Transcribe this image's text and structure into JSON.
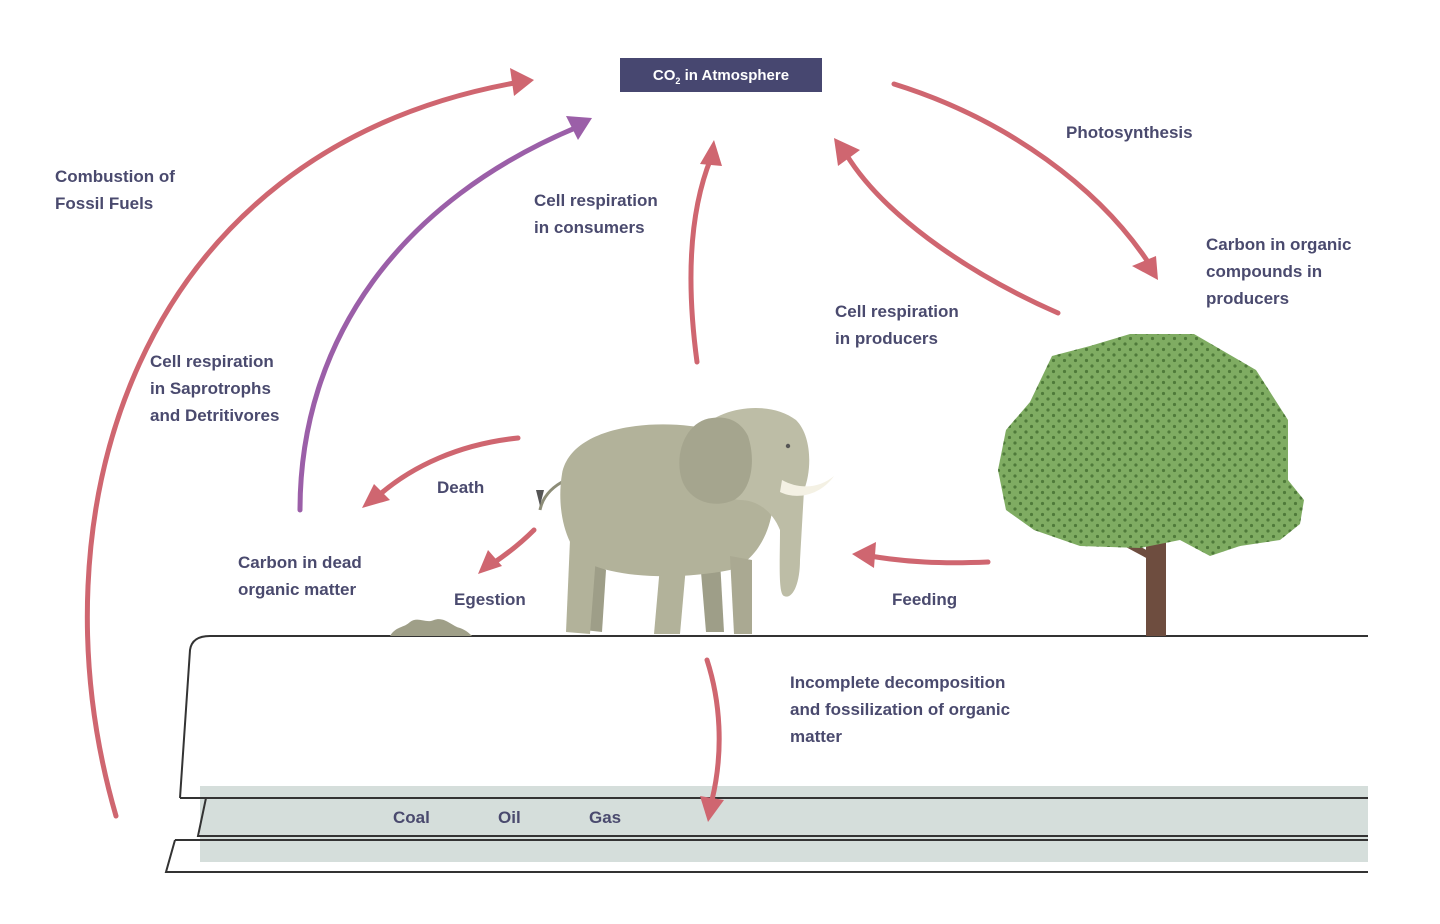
{
  "title_box": {
    "prefix": "CO",
    "subscript": "2",
    "suffix": " in Atmosphere"
  },
  "labels": {
    "combustion": [
      "Combustion of",
      "Fossil Fuels"
    ],
    "photosynthesis": [
      "Photosynthesis"
    ],
    "cell_resp_consumers": [
      "Cell respiration",
      "in consumers"
    ],
    "cell_resp_producers": [
      "Cell respiration",
      "in producers"
    ],
    "carbon_producers": [
      "Carbon in organic",
      "compounds in",
      "producers"
    ],
    "cell_resp_saprotrophs": [
      "Cell respiration",
      "in Saprotrophs",
      "and Detritivores"
    ],
    "death": [
      "Death"
    ],
    "egestion": [
      "Egestion"
    ],
    "feeding": [
      "Feeding"
    ],
    "carbon_dead": [
      "Carbon in dead",
      "organic matter"
    ],
    "fossilization": [
      "Incomplete decomposition",
      "and fossilization of organic",
      "matter"
    ],
    "fuels": [
      "Coal",
      "Oil",
      "Gas"
    ]
  },
  "colors": {
    "arrow_red": "#cf6670",
    "arrow_purple": "#9b5fa8",
    "title_box": "#474770",
    "text": "#4a4a6e",
    "tree_foliage": "#7fac62",
    "tree_trunk": "#6e4d3f",
    "elephant": "#b2b29a",
    "fuel_layer": "#d5dedb"
  },
  "icons": [
    "elephant-icon",
    "tree-icon",
    "dung-icon"
  ]
}
